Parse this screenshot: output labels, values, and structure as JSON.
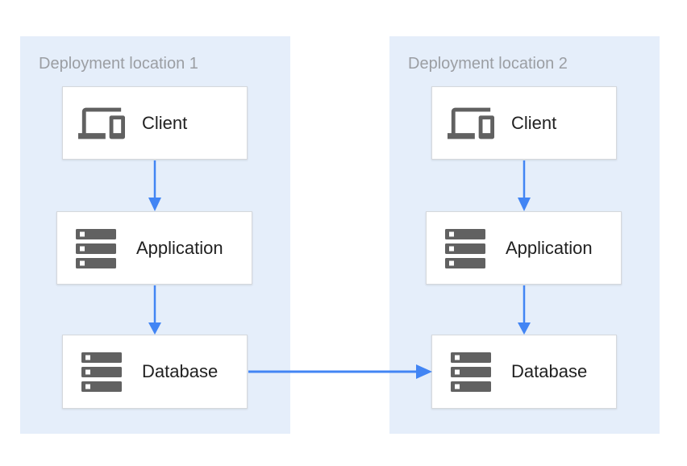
{
  "diagram": {
    "locations": [
      {
        "title": "Deployment location 1",
        "nodes": [
          {
            "label": "Client",
            "icon": "devices-icon"
          },
          {
            "label": "Application",
            "icon": "server-stack-icon"
          },
          {
            "label": "Database",
            "icon": "server-stack-icon"
          }
        ]
      },
      {
        "title": "Deployment location 2",
        "nodes": [
          {
            "label": "Client",
            "icon": "devices-icon"
          },
          {
            "label": "Application",
            "icon": "server-stack-icon"
          },
          {
            "label": "Database",
            "icon": "server-stack-icon"
          }
        ]
      }
    ],
    "connections": [
      {
        "from": "location-1-client",
        "to": "location-1-application",
        "direction": "down"
      },
      {
        "from": "location-1-application",
        "to": "location-1-database",
        "direction": "down"
      },
      {
        "from": "location-2-client",
        "to": "location-2-application",
        "direction": "down"
      },
      {
        "from": "location-2-application",
        "to": "location-2-database",
        "direction": "down"
      },
      {
        "from": "location-1-database",
        "to": "location-2-database",
        "direction": "right"
      }
    ],
    "colors": {
      "panel_bg": "#E5EEFA",
      "node_bg": "#FFFFFF",
      "node_border": "#D5D8DC",
      "arrow": "#4285F4",
      "title_text": "#9B9EA3",
      "label_text": "#212121",
      "icon": "#616161",
      "page_bg": "#FFFFFF"
    }
  }
}
